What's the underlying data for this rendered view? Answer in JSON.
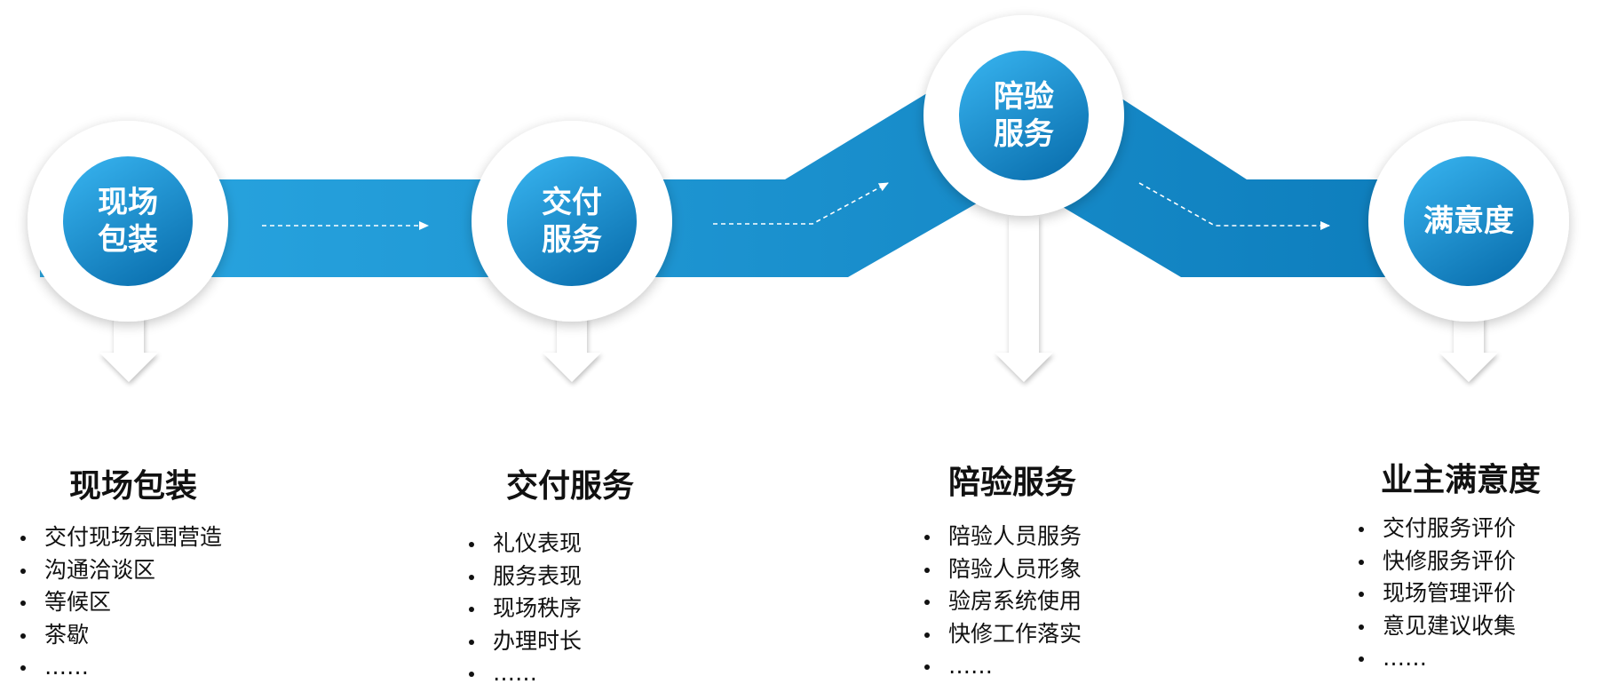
{
  "colors": {
    "band_light": "#2aa7e2",
    "band_dark": "#0e7ebd",
    "node_light": "#35b0ec",
    "node_dark": "#0a6fae",
    "ring": "#ffffff",
    "text": "#111111"
  },
  "nodes": [
    {
      "id": "packaging",
      "label": "现场\n包装"
    },
    {
      "id": "delivery",
      "label": "交付\n服务"
    },
    {
      "id": "inspection",
      "label": "陪验\n服务"
    },
    {
      "id": "satisfaction",
      "label": "满意度"
    }
  ],
  "sections": [
    {
      "id": "packaging",
      "title": "现场包装",
      "items": [
        "交付现场氛围营造",
        "沟通洽谈区",
        "等候区",
        "茶歇",
        "……"
      ]
    },
    {
      "id": "delivery",
      "title": "交付服务",
      "items": [
        "礼仪表现",
        "服务表现",
        "现场秩序",
        "办理时长",
        "……"
      ]
    },
    {
      "id": "inspection",
      "title": "陪验服务",
      "items": [
        "陪验人员服务",
        "陪验人员形象",
        "验房系统使用",
        "快修工作落实",
        "……"
      ]
    },
    {
      "id": "satisfaction",
      "title": "业主满意度",
      "items": [
        "交付服务评价",
        "快修服务评价",
        "现场管理评价",
        "意见建议收集",
        "……"
      ]
    }
  ]
}
